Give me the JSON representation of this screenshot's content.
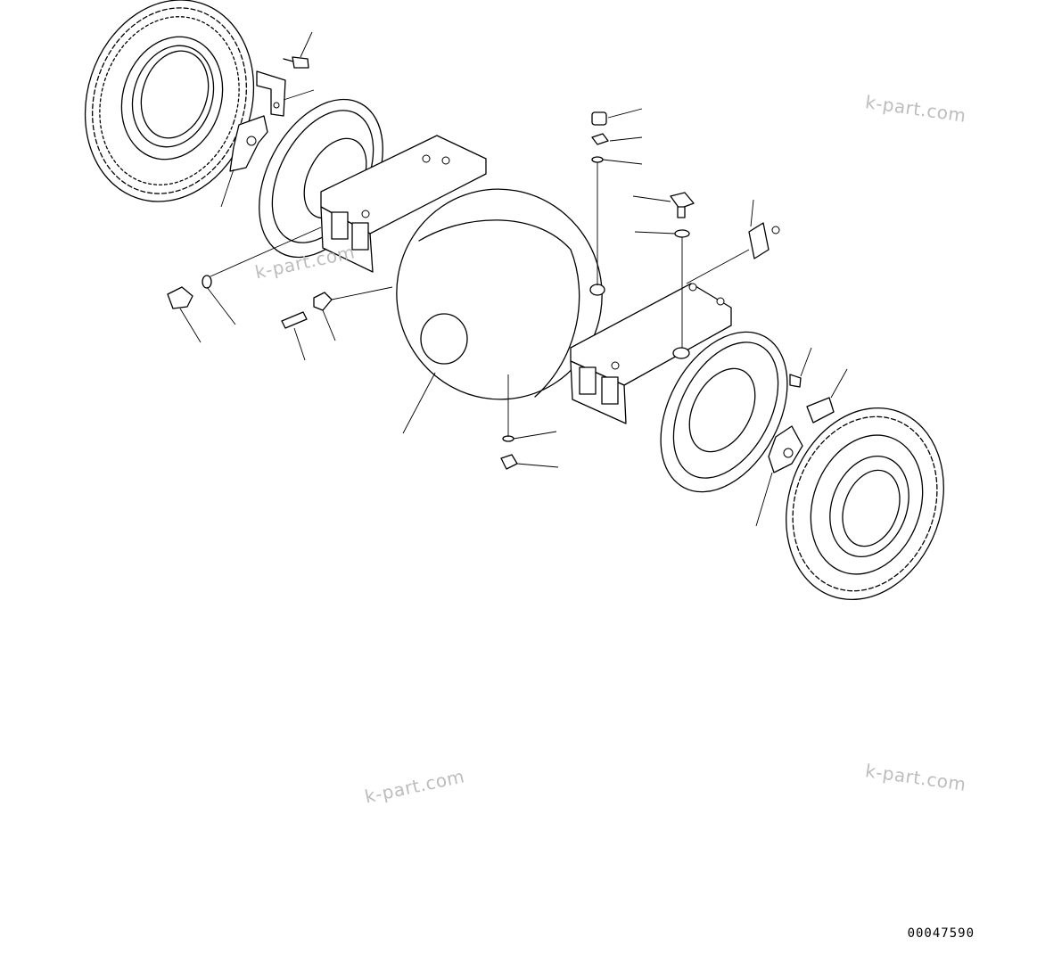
{
  "diagram": {
    "drawing_number": "00047590",
    "watermarks": [
      "k-part.com",
      "k-part.com",
      "k-part.com",
      "k-part.com"
    ]
  }
}
